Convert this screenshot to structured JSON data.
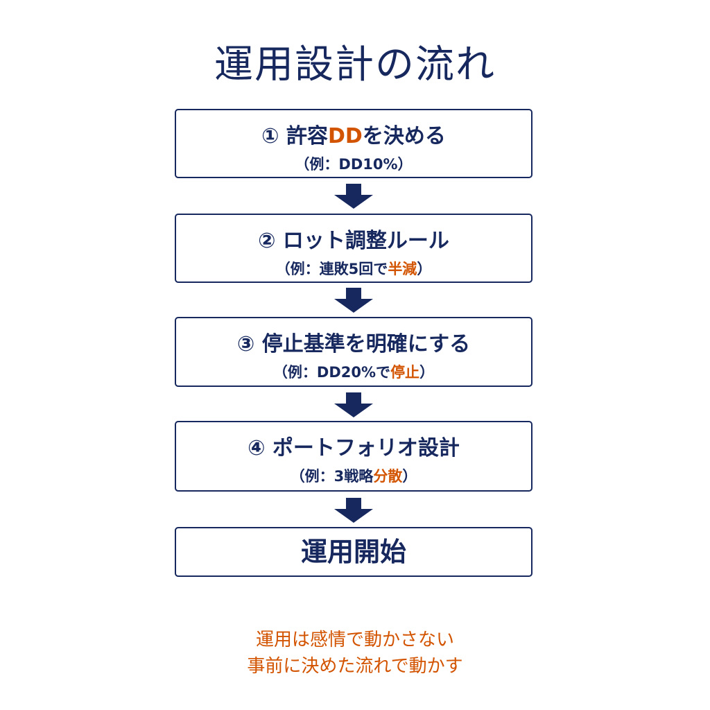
{
  "title": "運用設計の流れ",
  "colors": {
    "primary": "#16285e",
    "accent": "#d35400"
  },
  "steps": [
    {
      "title_pre": "① 許容",
      "title_accent": "DD",
      "title_post": "を決める",
      "note_pre": "（例：DD10%）",
      "note_accent": "",
      "note_post": ""
    },
    {
      "title_pre": "② ロット調整ルール",
      "title_accent": "",
      "title_post": "",
      "note_pre": "（例：連敗5回で",
      "note_accent": "半減",
      "note_post": "）"
    },
    {
      "title_pre": "③ 停止基準を明確にする",
      "title_accent": "",
      "title_post": "",
      "note_pre": "（例：DD20%で",
      "note_accent": "停止",
      "note_post": "）"
    },
    {
      "title_pre": "④ ポートフォリオ設計",
      "title_accent": "",
      "title_post": "",
      "note_pre": "（例：3戦略",
      "note_accent": "分散",
      "note_post": "）"
    }
  ],
  "final_step": "運用開始",
  "footer": [
    "運用は感情で動かさない",
    "事前に決めた流れで動かす"
  ]
}
